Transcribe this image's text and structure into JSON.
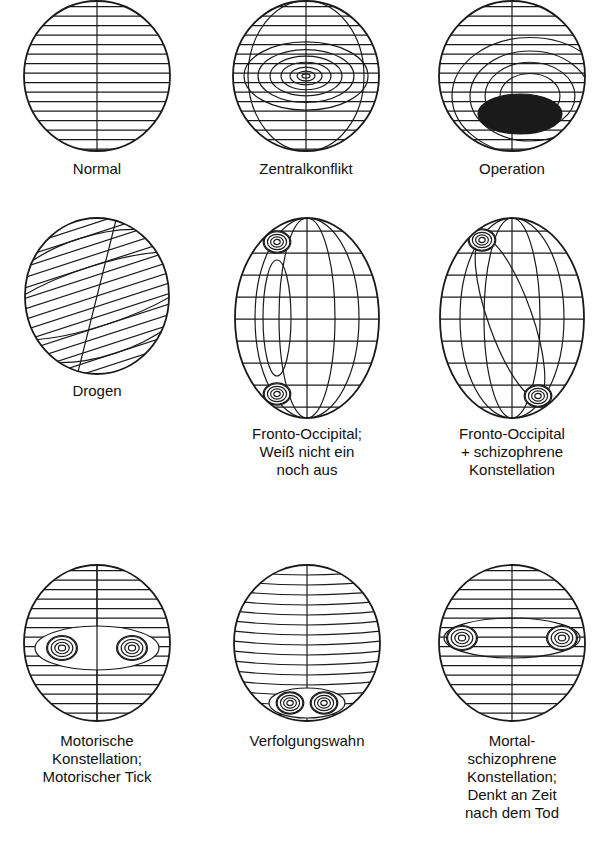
{
  "diagram": {
    "nodes": [
      {
        "text": [
          "Normal"
        ]
      },
      {
        "text": [
          "Zentralkonflikt"
        ]
      },
      {
        "text": [
          "Operation"
        ]
      },
      {
        "text": [
          "Drogen"
        ]
      },
      {
        "text": [
          "Fronto-Occipital; Weiß nicht ein noch aus"
        ]
      },
      {
        "text": [
          "Fronto-Occipital + schizophrene Konstellation"
        ]
      },
      {
        "text": [
          "Motorische Konstellation; Motorischer Tick"
        ]
      },
      {
        "text": [
          "Verfolgungswahn"
        ]
      },
      {
        "text": [
          "Mortal- schizophrene Konstellation; Denkt an Zeit nach dem Tod"
        ]
      }
    ]
  }
}
